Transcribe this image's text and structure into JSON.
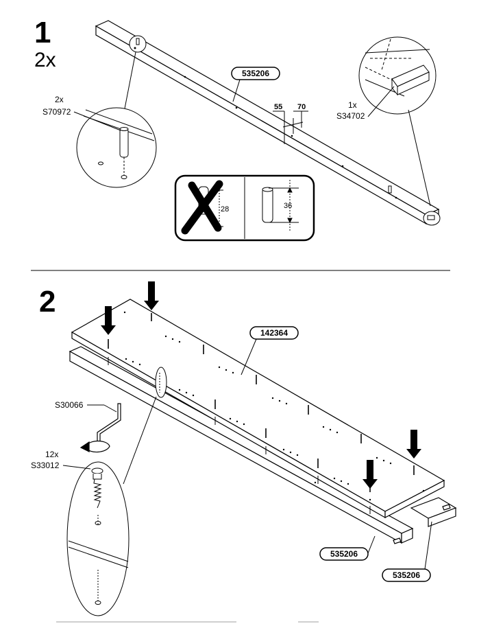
{
  "step1": {
    "number": "1",
    "quantity": "2x",
    "board_part": "535206",
    "dowel": {
      "qty": "2x",
      "code": "S70972"
    },
    "cam": {
      "qty": "1x",
      "code": "S34702"
    },
    "dim_55": "55",
    "dim_70": "70",
    "depth_wrong": "28",
    "depth_right": "36"
  },
  "step2": {
    "number": "2",
    "panel_part": "142364",
    "tool_code": "S30066",
    "screw": {
      "qty": "12x",
      "code": "S33012"
    },
    "rail_front_part": "535206",
    "rail_back_part": "535206"
  }
}
